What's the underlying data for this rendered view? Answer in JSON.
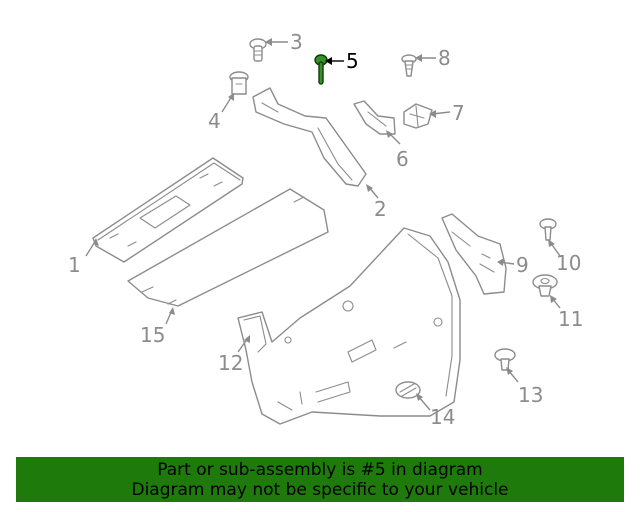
{
  "diagram": {
    "callouts": [
      "1",
      "2",
      "3",
      "4",
      "5",
      "6",
      "7",
      "8",
      "9",
      "10",
      "11",
      "12",
      "13",
      "14",
      "15"
    ],
    "highlighted": "5",
    "colors": {
      "line": "#8c8c8c",
      "highlight_part": "#3a8f2a",
      "banner_bg": "#1f7a0c"
    }
  },
  "banner": {
    "line1": "Part or sub-assembly is #5 in diagram",
    "line2": "Diagram may not be specific to your vehicle"
  }
}
